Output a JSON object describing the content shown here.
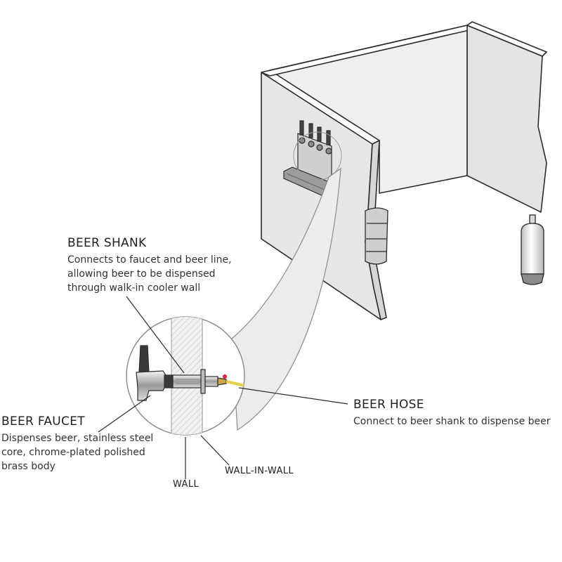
{
  "callouts": {
    "beer_shank": {
      "title": "BEER SHANK",
      "lines": [
        "Connects to faucet and beer line,",
        "allowing beer to be dispensed",
        "through walk-in cooler wall"
      ]
    },
    "beer_faucet": {
      "title": "BEER FAUCET",
      "lines": [
        "Dispenses beer, stainless steel",
        "core, chrome-plated polished",
        "brass body"
      ]
    },
    "beer_hose": {
      "title": "BEER HOSE",
      "lines": [
        "Connect to beer shank to dispense beer"
      ]
    },
    "wall": {
      "label": "WALL"
    },
    "wall_in_wall": {
      "label": "WALL-IN-WALL"
    }
  },
  "colors": {
    "outline": "#2b2b2b",
    "wall_fill": "#e7e7e7",
    "wall_top": "#ffffff",
    "hose": "#e8d04a",
    "valve": "#d9263b",
    "zoom_fill": "#ededed"
  }
}
